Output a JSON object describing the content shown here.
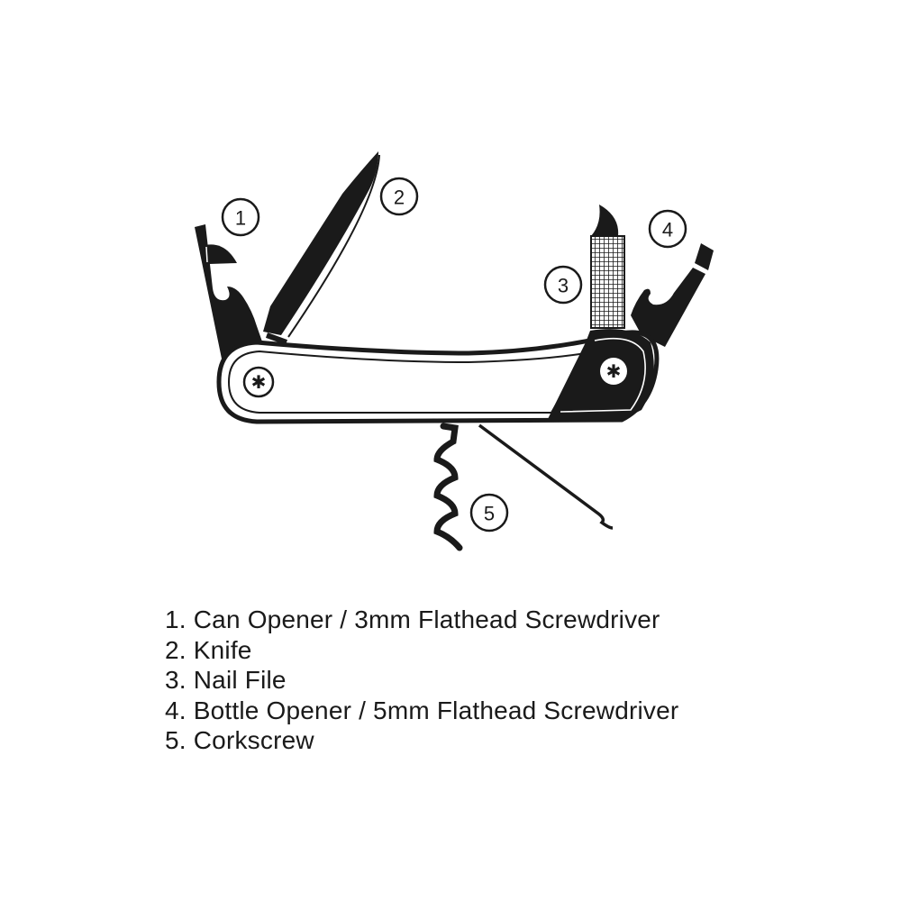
{
  "colors": {
    "ink": "#1a1a1a",
    "paper": "#ffffff"
  },
  "callouts": [
    "1",
    "2",
    "3",
    "4",
    "5"
  ],
  "legend": [
    {
      "number": "1.",
      "label": "Can Opener / 3mm Flathead Screwdriver"
    },
    {
      "number": "2.",
      "label": "Knife"
    },
    {
      "number": "3.",
      "label": "Nail File"
    },
    {
      "number": "4.",
      "label": "Bottle Opener / 5mm Flathead Screwdriver"
    },
    {
      "number": "5.",
      "label": "Corkscrew"
    }
  ]
}
